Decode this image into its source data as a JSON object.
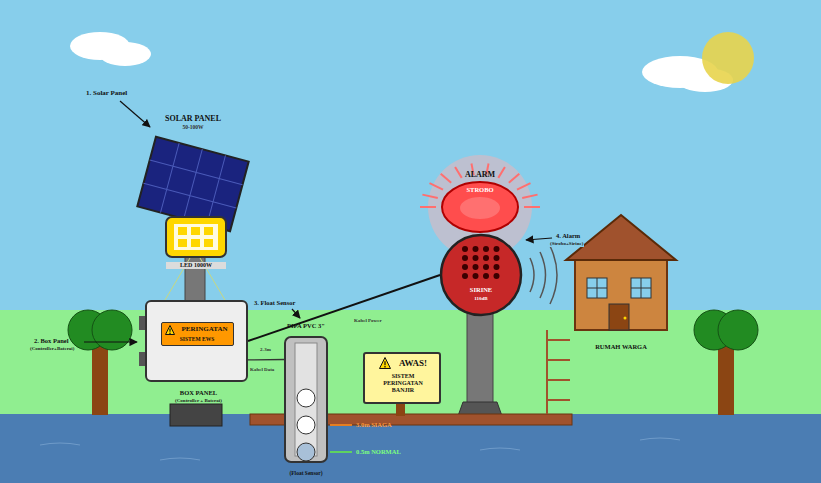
{
  "diagram": {
    "nodes": [
      {
        "text": [
          "SOLAR PANEL",
          "50-100W"
        ]
      },
      {
        "text": [
          "LED 1000W"
        ]
      },
      {
        "text": [
          "BOX PANEL",
          "(Controller + Baterai)"
        ]
      },
      {
        "text": [
          "PERINGATAN",
          "SISTEM EWS"
        ],
        "in": 2
      },
      {
        "text": [
          "PIPA PVC 3\"",
          "(Float Sensor)"
        ]
      },
      {
        "text": [
          "ALARM",
          "STROBO"
        ]
      },
      {
        "text": [
          "SIRINE",
          "110dB"
        ]
      },
      {
        "text": [
          "RUMAH WARGA"
        ]
      },
      {
        "text": [
          "AWAS!",
          "SISTEM PERINGATAN BANJIR"
        ]
      }
    ],
    "edges": [
      {
        "from": 2,
        "to": 6,
        "arrow": "none"
      },
      {
        "from": 2,
        "to": 4,
        "arrow": "none"
      }
    ],
    "labels": [
      "1. Solar Panel",
      "2. Box Panel",
      "(Controller+Baterai)",
      "3. Float Sensor",
      "Kabel Power",
      "2-3m",
      "Kabel Data",
      "3.0m SIAGA",
      "0.5m NORMAL",
      "4. Alarm",
      "(Strobo+Sirine)"
    ]
  }
}
